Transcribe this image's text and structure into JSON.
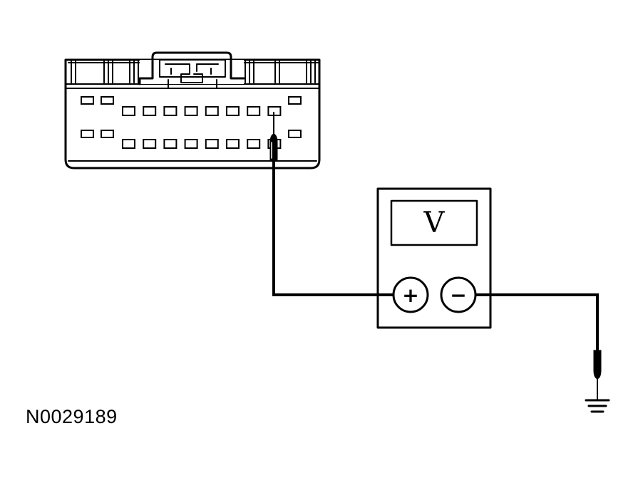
{
  "figure_id": "N0029189",
  "meter": {
    "display_symbol": "V",
    "positive_label": "+",
    "negative_label": "−"
  },
  "connector": {
    "upper_row_cavities": 8,
    "lower_row_cavities": 8
  },
  "colors": {
    "ink": "#000000",
    "background": "#ffffff"
  }
}
